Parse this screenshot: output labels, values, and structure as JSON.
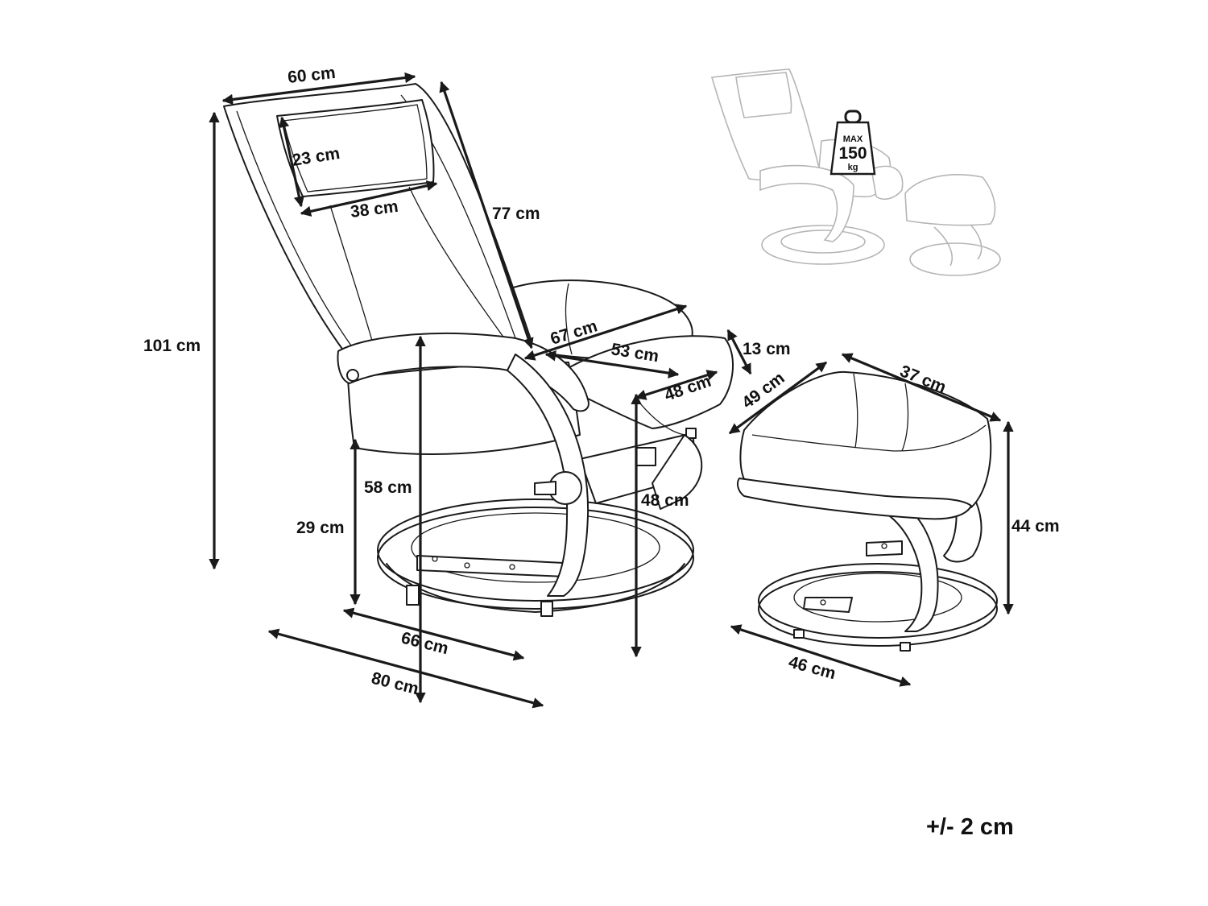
{
  "dimensions": {
    "width_60": "60 cm",
    "headrest_height_23": "23 cm",
    "headrest_width_38": "38 cm",
    "backrest_77": "77 cm",
    "total_height_101": "101 cm",
    "seat_depth_67": "67 cm",
    "seat_width_53": "53 cm",
    "cushion_13": "13 cm",
    "seat_48": "48 cm",
    "armrest_height_58": "58 cm",
    "base_height_29": "29 cm",
    "seat_height_48": "48 cm",
    "base_66": "66 cm",
    "depth_80": "80 cm",
    "footstool_49": "49 cm",
    "footstool_37": "37 cm",
    "footstool_height_44": "44 cm",
    "footstool_46": "46 cm"
  },
  "tolerance": "+/- 2 cm",
  "max_load": {
    "prefix": "MAX",
    "value": "150",
    "unit": "kg"
  },
  "colors": {
    "line": "#1a1a1a",
    "ghost_line": "#b5b5b5",
    "background": "#ffffff"
  }
}
